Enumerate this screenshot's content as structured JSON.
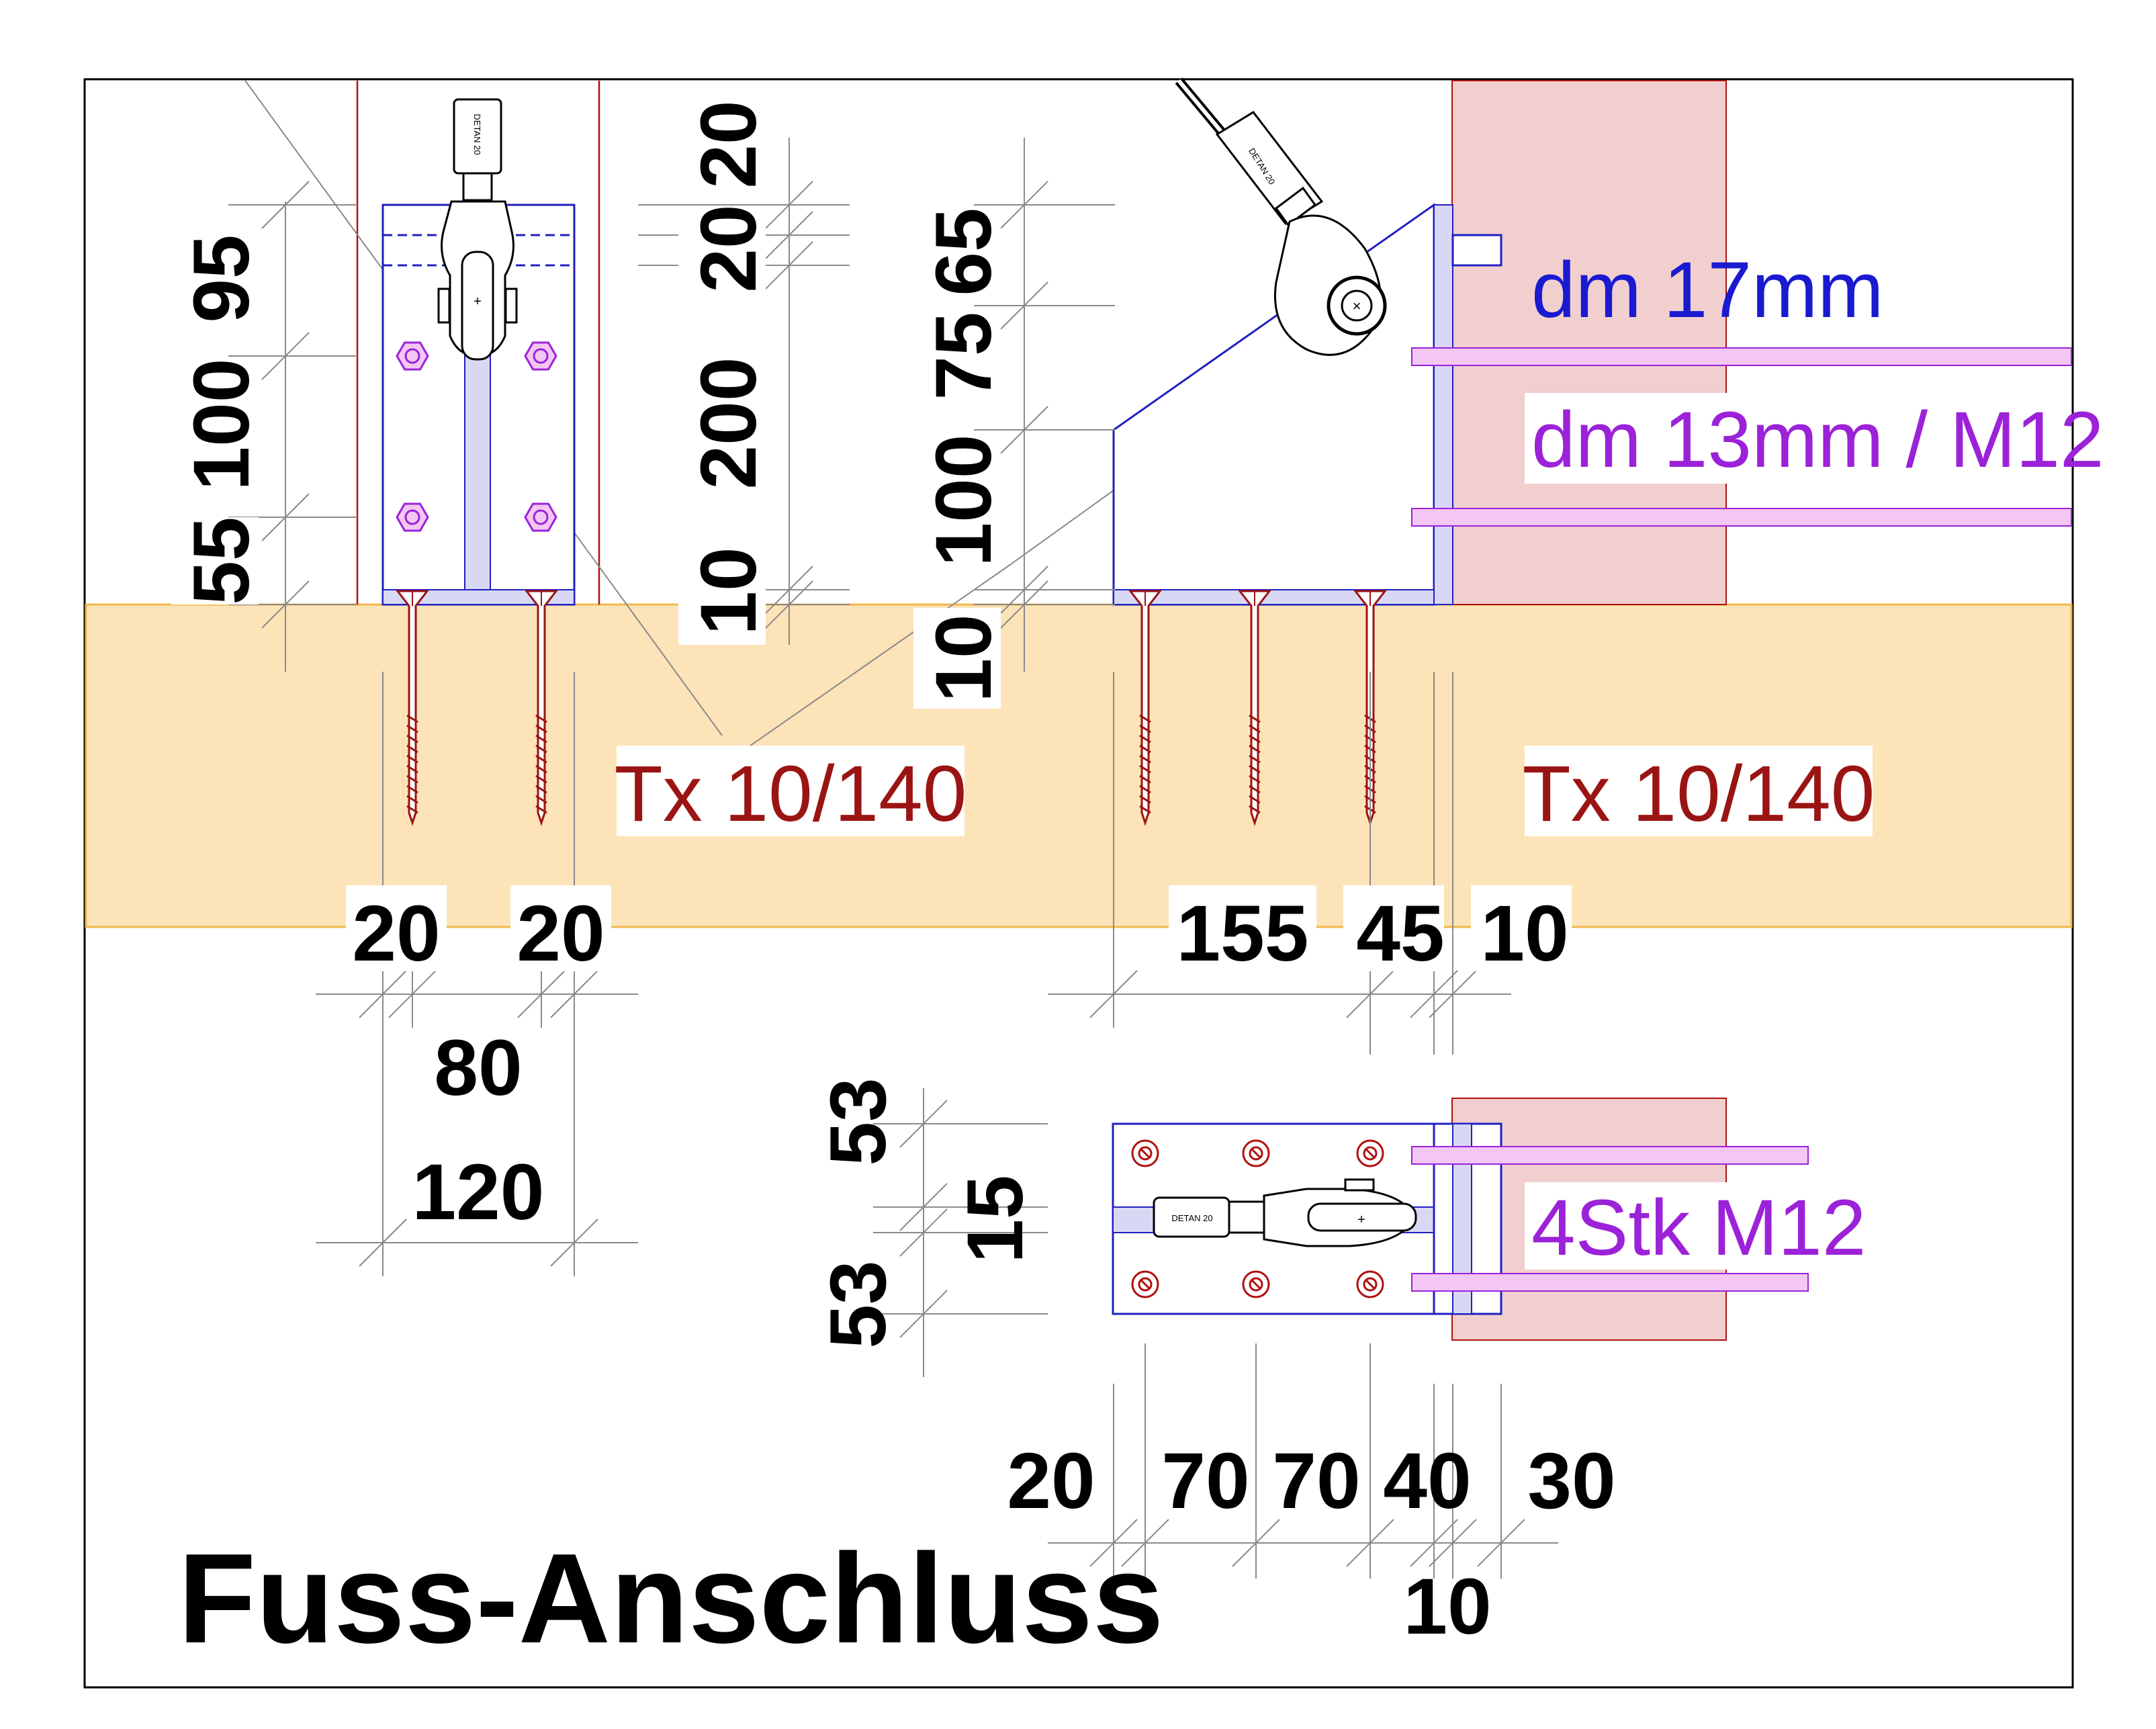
{
  "title": "Fuss-Anschluss",
  "colors": {
    "timber": "#fde3b8",
    "timber_edge": "#f2b84a",
    "post": "#f1cfcf",
    "plate": "#2020c0",
    "screw": "#9b1414",
    "bolt": "#9b22d8",
    "bolt_fill": "#f3c6f3",
    "dimension": "#000000"
  },
  "icons": [
    "screw-icon",
    "hex-nut-icon",
    "tension-rod-icon",
    "screw-head-icon"
  ],
  "notes": {
    "dm17": "dm 17mm",
    "dm13": "dm 13mm / M12",
    "screw_left": "Tx 10/140",
    "screw_right": "Tx 10/140",
    "bolts": "4Stk M12"
  },
  "rod_label": "DETAN 20",
  "dims": {
    "left_vertical": [
      "95",
      "100",
      "55"
    ],
    "mid_vertical": [
      "20",
      "20",
      "200",
      "10"
    ],
    "side_vertical": [
      "65",
      "75",
      "100",
      "10"
    ],
    "left_horizontal_top": [
      "20",
      "20"
    ],
    "left_horizontal_80": "80",
    "left_horizontal_120": "120",
    "side_horizontal": [
      "155",
      "45",
      "10"
    ],
    "plan_vertical": [
      "53",
      "15",
      "53"
    ],
    "plan_horizontal": [
      "20",
      "70",
      "70",
      "40",
      "30"
    ],
    "plan_horizontal_10": "10"
  }
}
